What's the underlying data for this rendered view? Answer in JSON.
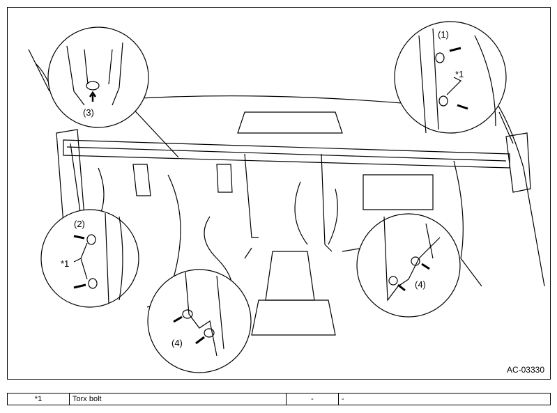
{
  "callouts": {
    "c1": "(1)",
    "c2": "(2)",
    "c3": "(3)",
    "c4a": "(4)",
    "c4b": "(4)",
    "star_left": "*1",
    "star_right": "*1"
  },
  "figure_code": "AC-03330",
  "legend": {
    "rows": [
      {
        "mark": "*1",
        "description": "Torx bolt",
        "col3": "-",
        "col4": "-"
      }
    ]
  },
  "colors": {
    "line": "#000000",
    "background": "#ffffff"
  }
}
